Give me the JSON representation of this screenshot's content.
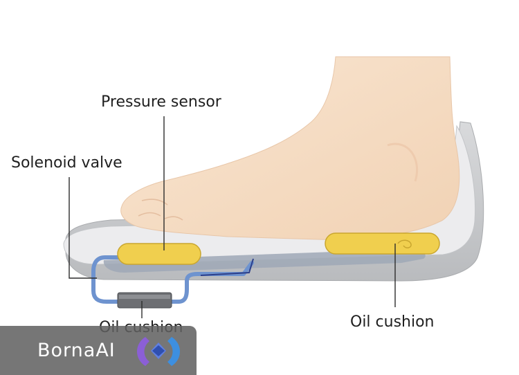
{
  "labels": {
    "pressure_sensor": "Pressure sensor",
    "solenoid_valve": "Solenoid valve",
    "oil_cushion_left": "Oil cushion",
    "oil_cushion_right": "Oil cushion"
  },
  "watermark": {
    "text": "BornaAI",
    "icon": "borna-ai-logo-icon"
  },
  "colors": {
    "skin": "#f6dcc3",
    "cushion": "#f0cf4e",
    "tube": "#6e93cf",
    "insole": "#e4e5e7"
  }
}
